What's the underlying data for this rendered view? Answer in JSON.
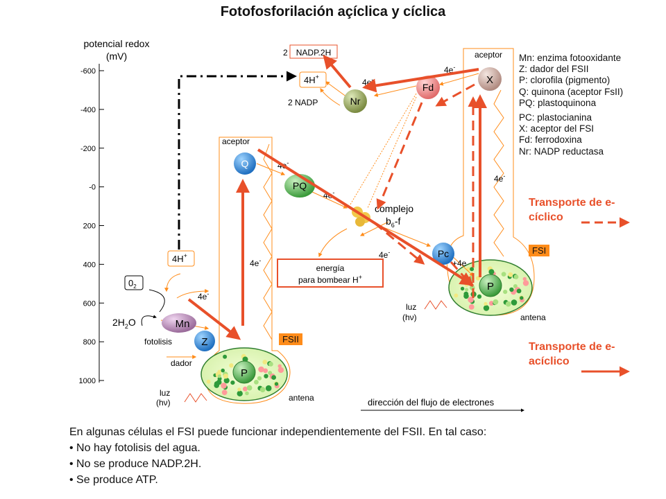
{
  "title": "Fotofosforilación açíclica y cíclica",
  "axis": {
    "label_line1": "potencial redox",
    "label_line2": "(mV)",
    "ticks": [
      "-600",
      "-400",
      "-200",
      "-0",
      "200",
      "400",
      "600",
      "800",
      "1000"
    ]
  },
  "nodes": {
    "nadph": "NADP.2H",
    "nadph_coef": "2",
    "h4_top": "4H",
    "h4_top_sup": "+",
    "nadp": "2 NADP",
    "nr": "Nr",
    "fd": "Fd",
    "x": "X",
    "aceptor_top": "aceptor",
    "aceptor_mid": "aceptor",
    "q": "Q",
    "pq": "PQ",
    "complejo": "complejo",
    "b6f_b": "b",
    "b6f_sub": "6",
    "b6f_f": "-f",
    "pc": "Pc",
    "p1": "P",
    "p2": "P",
    "z": "Z",
    "mn": "Mn",
    "o2": "0",
    "o2_sub": "2",
    "water_pre": "2H",
    "water_sub": "2",
    "water_post": "O",
    "fotolisis": "fotolisis",
    "dador": "dador",
    "h4_low": "4H",
    "h4_low_sup": "+",
    "energia1": "energía",
    "energia2": "para bombear H",
    "energia2_sup": "+",
    "luz": "luz",
    "hv": "(hν)",
    "antena": "antena",
    "direccion": "dirección del flujo de electrones",
    "e_label": "4e",
    "e_sup": "-",
    "e_label_alt": "+4e",
    "fsii": "FSII",
    "fsi": "FSI"
  },
  "legend": [
    "Mn: enzima fotooxidante",
    "Z: dador del FSII",
    "P: clorofila (pigmento)",
    "Q: quinona (aceptor FsII)",
    "PQ: plastoquinona",
    "PC: plastocianina",
    "X: aceptor del FSI",
    "Fd: ferrodoxina",
    "Nr: NADP reductasa"
  ],
  "transport": {
    "ciclico_line1": "Transporte de e-",
    "ciclico_line2": "cíclico",
    "aciclico_line1": "Transporte de e-",
    "aciclico_line2": "acíclico"
  },
  "bottom": {
    "intro": "En algunas células el FSI  puede funcionar independientemente del FSII. En  tal caso:",
    "bullets": [
      "No hay fotolisis del agua.",
      "No se produce NADP.2H.",
      "Se produce ATP."
    ]
  },
  "colors": {
    "arrow_red": "#e8502a",
    "orange": "#ff8c1a",
    "blue_node": "#2f8fe0",
    "green_node": "#5cc05c",
    "mn_node": "#b07fb0",
    "nr_node": "#8a9a50",
    "fd_node": "#f08080"
  }
}
